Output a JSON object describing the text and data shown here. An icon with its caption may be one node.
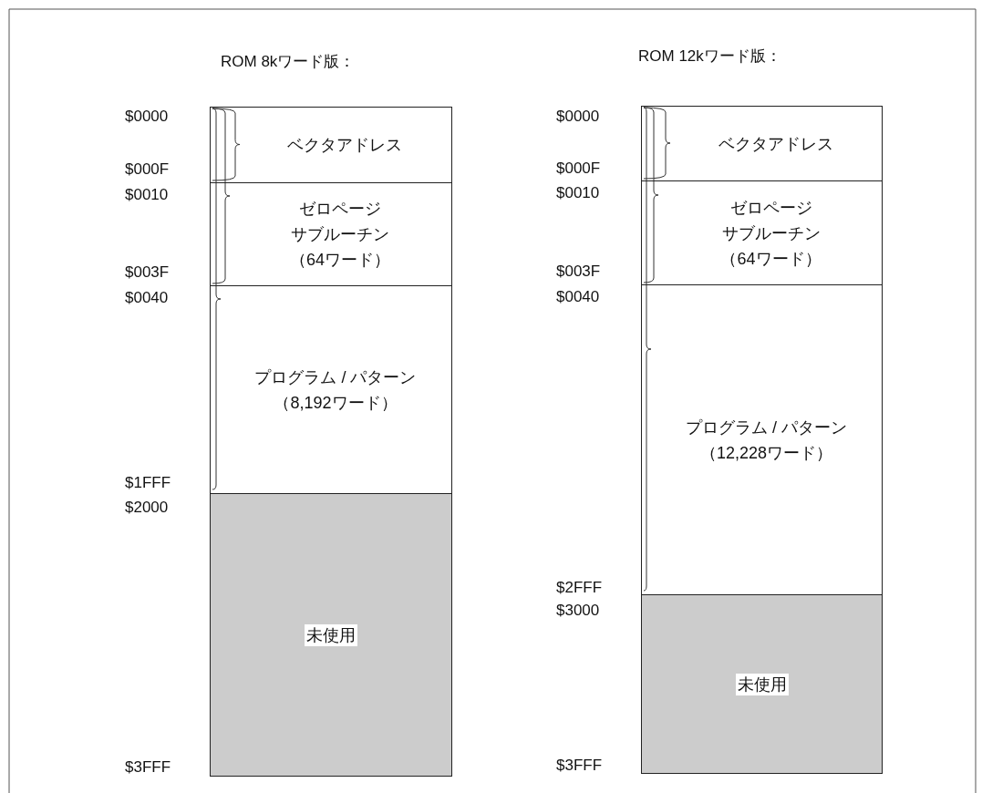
{
  "diagram": {
    "nodes": [
      {
        "text": [
          "ベクタアドレス"
        ]
      },
      {
        "text": [
          "ゼロページ",
          "サブルーチン",
          "（64ワード）"
        ]
      },
      {
        "text": [
          "プログラム / パターン",
          "（8,192ワード）"
        ]
      },
      {
        "text": [
          "未使用"
        ]
      },
      {
        "text": [
          "ベクタアドレス"
        ]
      },
      {
        "text": [
          "ゼロページ",
          "サブルーチン",
          "（64ワード）"
        ]
      },
      {
        "text": [
          "プログラム / パターン",
          "（12,228ワード）"
        ]
      },
      {
        "text": [
          "未使用"
        ]
      }
    ],
    "labels": [
      "ROM 8kワード版：",
      "ROM 12kワード版：",
      "$0000",
      "$000F",
      "$0010",
      "$003F",
      "$0040",
      "$1FFF",
      "$2000",
      "$3FFF",
      "$0000",
      "$000F",
      "$0010",
      "$003F",
      "$0040",
      "$2FFF",
      "$3000",
      "$3FFF"
    ]
  }
}
